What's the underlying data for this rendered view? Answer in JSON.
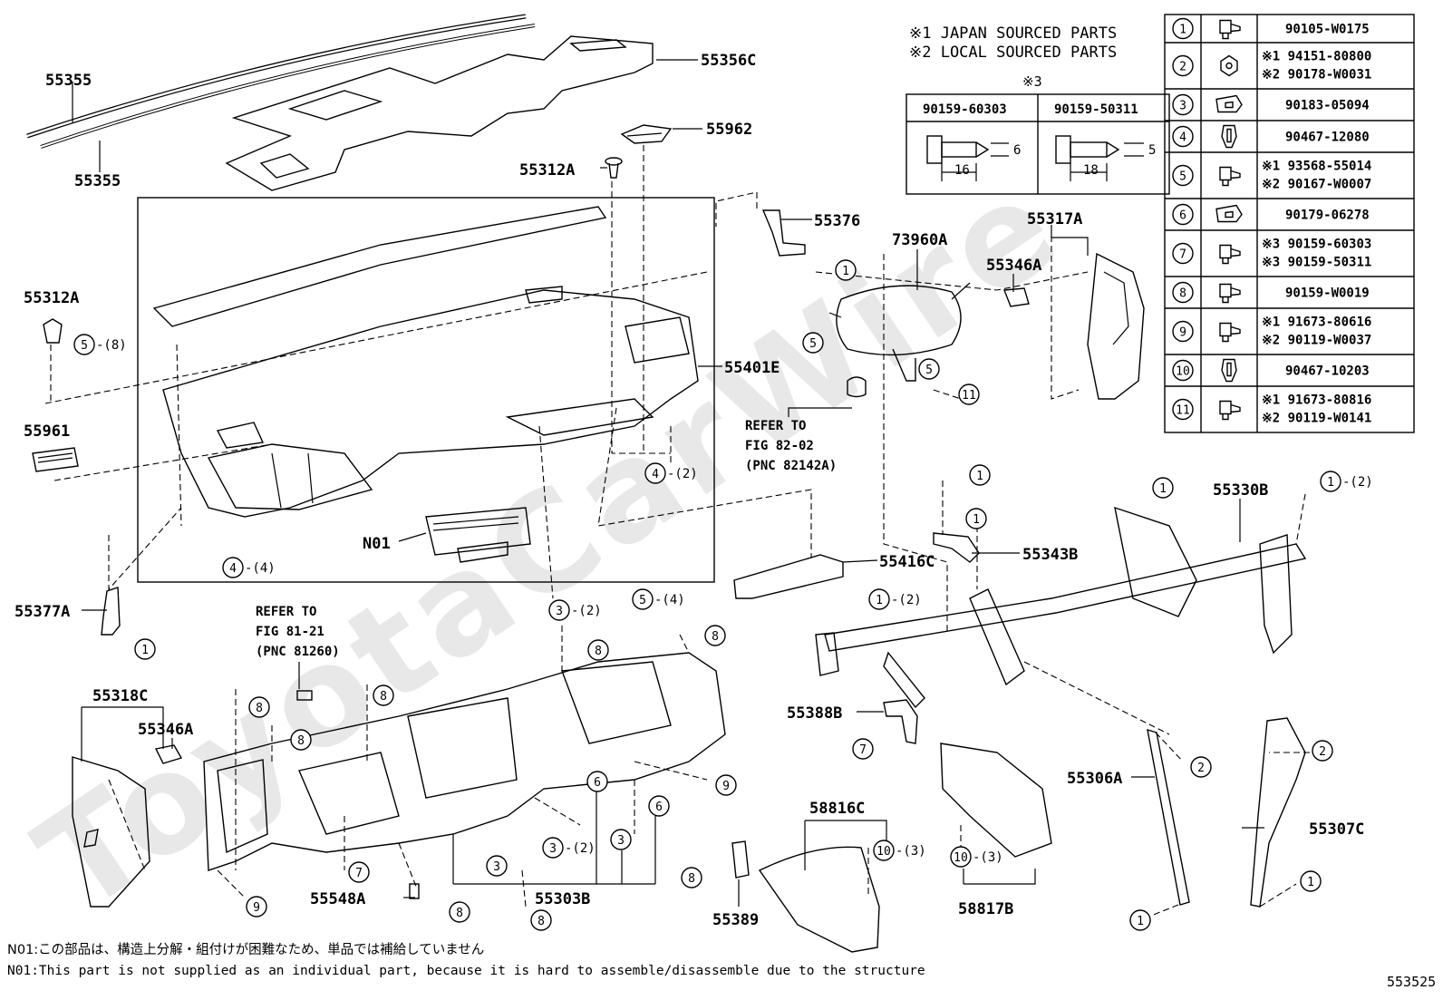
{
  "diagram_code": "553525",
  "watermark": "ToyotaCarWire",
  "sourcing_notes": {
    "japan": "※1 JAPAN SOURCED PARTS",
    "local": "※2 LOCAL SOURCED PARTS"
  },
  "screw_table": {
    "mark": "※3",
    "columns": [
      {
        "part": "90159-60303",
        "length": "16",
        "diameter": "6"
      },
      {
        "part": "90159-50311",
        "length": "18",
        "diameter": "5"
      }
    ]
  },
  "fastener_legend": [
    {
      "num": "1",
      "icon": "bolt-icon",
      "lines": [
        "90105-W0175"
      ]
    },
    {
      "num": "2",
      "icon": "nut-icon",
      "lines": [
        "※1 94151-80800",
        "※2 90178-W0031"
      ]
    },
    {
      "num": "3",
      "icon": "clip-nut-icon",
      "lines": [
        "90183-05094"
      ]
    },
    {
      "num": "4",
      "icon": "clip-icon",
      "lines": [
        "90467-12080"
      ]
    },
    {
      "num": "5",
      "icon": "bolt-icon",
      "lines": [
        "※1 93568-55014",
        "※2 90167-W0007"
      ]
    },
    {
      "num": "6",
      "icon": "clip-nut-icon",
      "lines": [
        "90179-06278"
      ]
    },
    {
      "num": "7",
      "icon": "screw-icon",
      "lines": [
        "※3 90159-60303",
        "※3 90159-50311"
      ]
    },
    {
      "num": "8",
      "icon": "screw-icon",
      "lines": [
        "90159-W0019"
      ]
    },
    {
      "num": "9",
      "icon": "screw-icon",
      "lines": [
        "※1 91673-80616",
        "※2 90119-W0037"
      ]
    },
    {
      "num": "10",
      "icon": "clip-icon",
      "lines": [
        "90467-10203"
      ]
    },
    {
      "num": "11",
      "icon": "screw-icon",
      "lines": [
        "※1 91673-80816",
        "※2 90119-W0141"
      ]
    }
  ],
  "part_labels": {
    "p55355_a": "55355",
    "p55355_b": "55355",
    "p55356C": "55356C",
    "p55962": "55962",
    "p55312A_top": "55312A",
    "p55312A_left": "55312A",
    "p55961": "55961",
    "p55401E": "55401E",
    "pN01": "N01",
    "p55377A": "55377A",
    "p55376": "55376",
    "p73960A": "73960A",
    "p55317A": "55317A",
    "p55346A_right": "55346A",
    "p55416C": "55416C",
    "p55343B": "55343B",
    "p55330B": "55330B",
    "p55318C": "55318C",
    "p55346A_left": "55346A",
    "p55388B": "55388B",
    "p58816C": "58816C",
    "p58817B": "58817B",
    "p55306A": "55306A",
    "p55307C": "55307C",
    "p55548A": "55548A",
    "p55303B": "55303B",
    "p55389": "55389"
  },
  "references": {
    "fig82": [
      "REFER TO",
      "FIG 82-02",
      "(PNC 82142A)"
    ],
    "fig81": [
      "REFER TO",
      "FIG 81-21",
      "(PNC 81260)"
    ]
  },
  "callout_suffix": {
    "four": "(4)",
    "two": "(2)",
    "eight": "(8)",
    "three": "(3)"
  },
  "footnotes": {
    "jp": "N01:この部品は、構造上分解・組付けが困難なため、単品では補給していません",
    "en": "N01:This part is not supplied as an individual part, because it is hard to assemble/disassemble due to the structure"
  }
}
